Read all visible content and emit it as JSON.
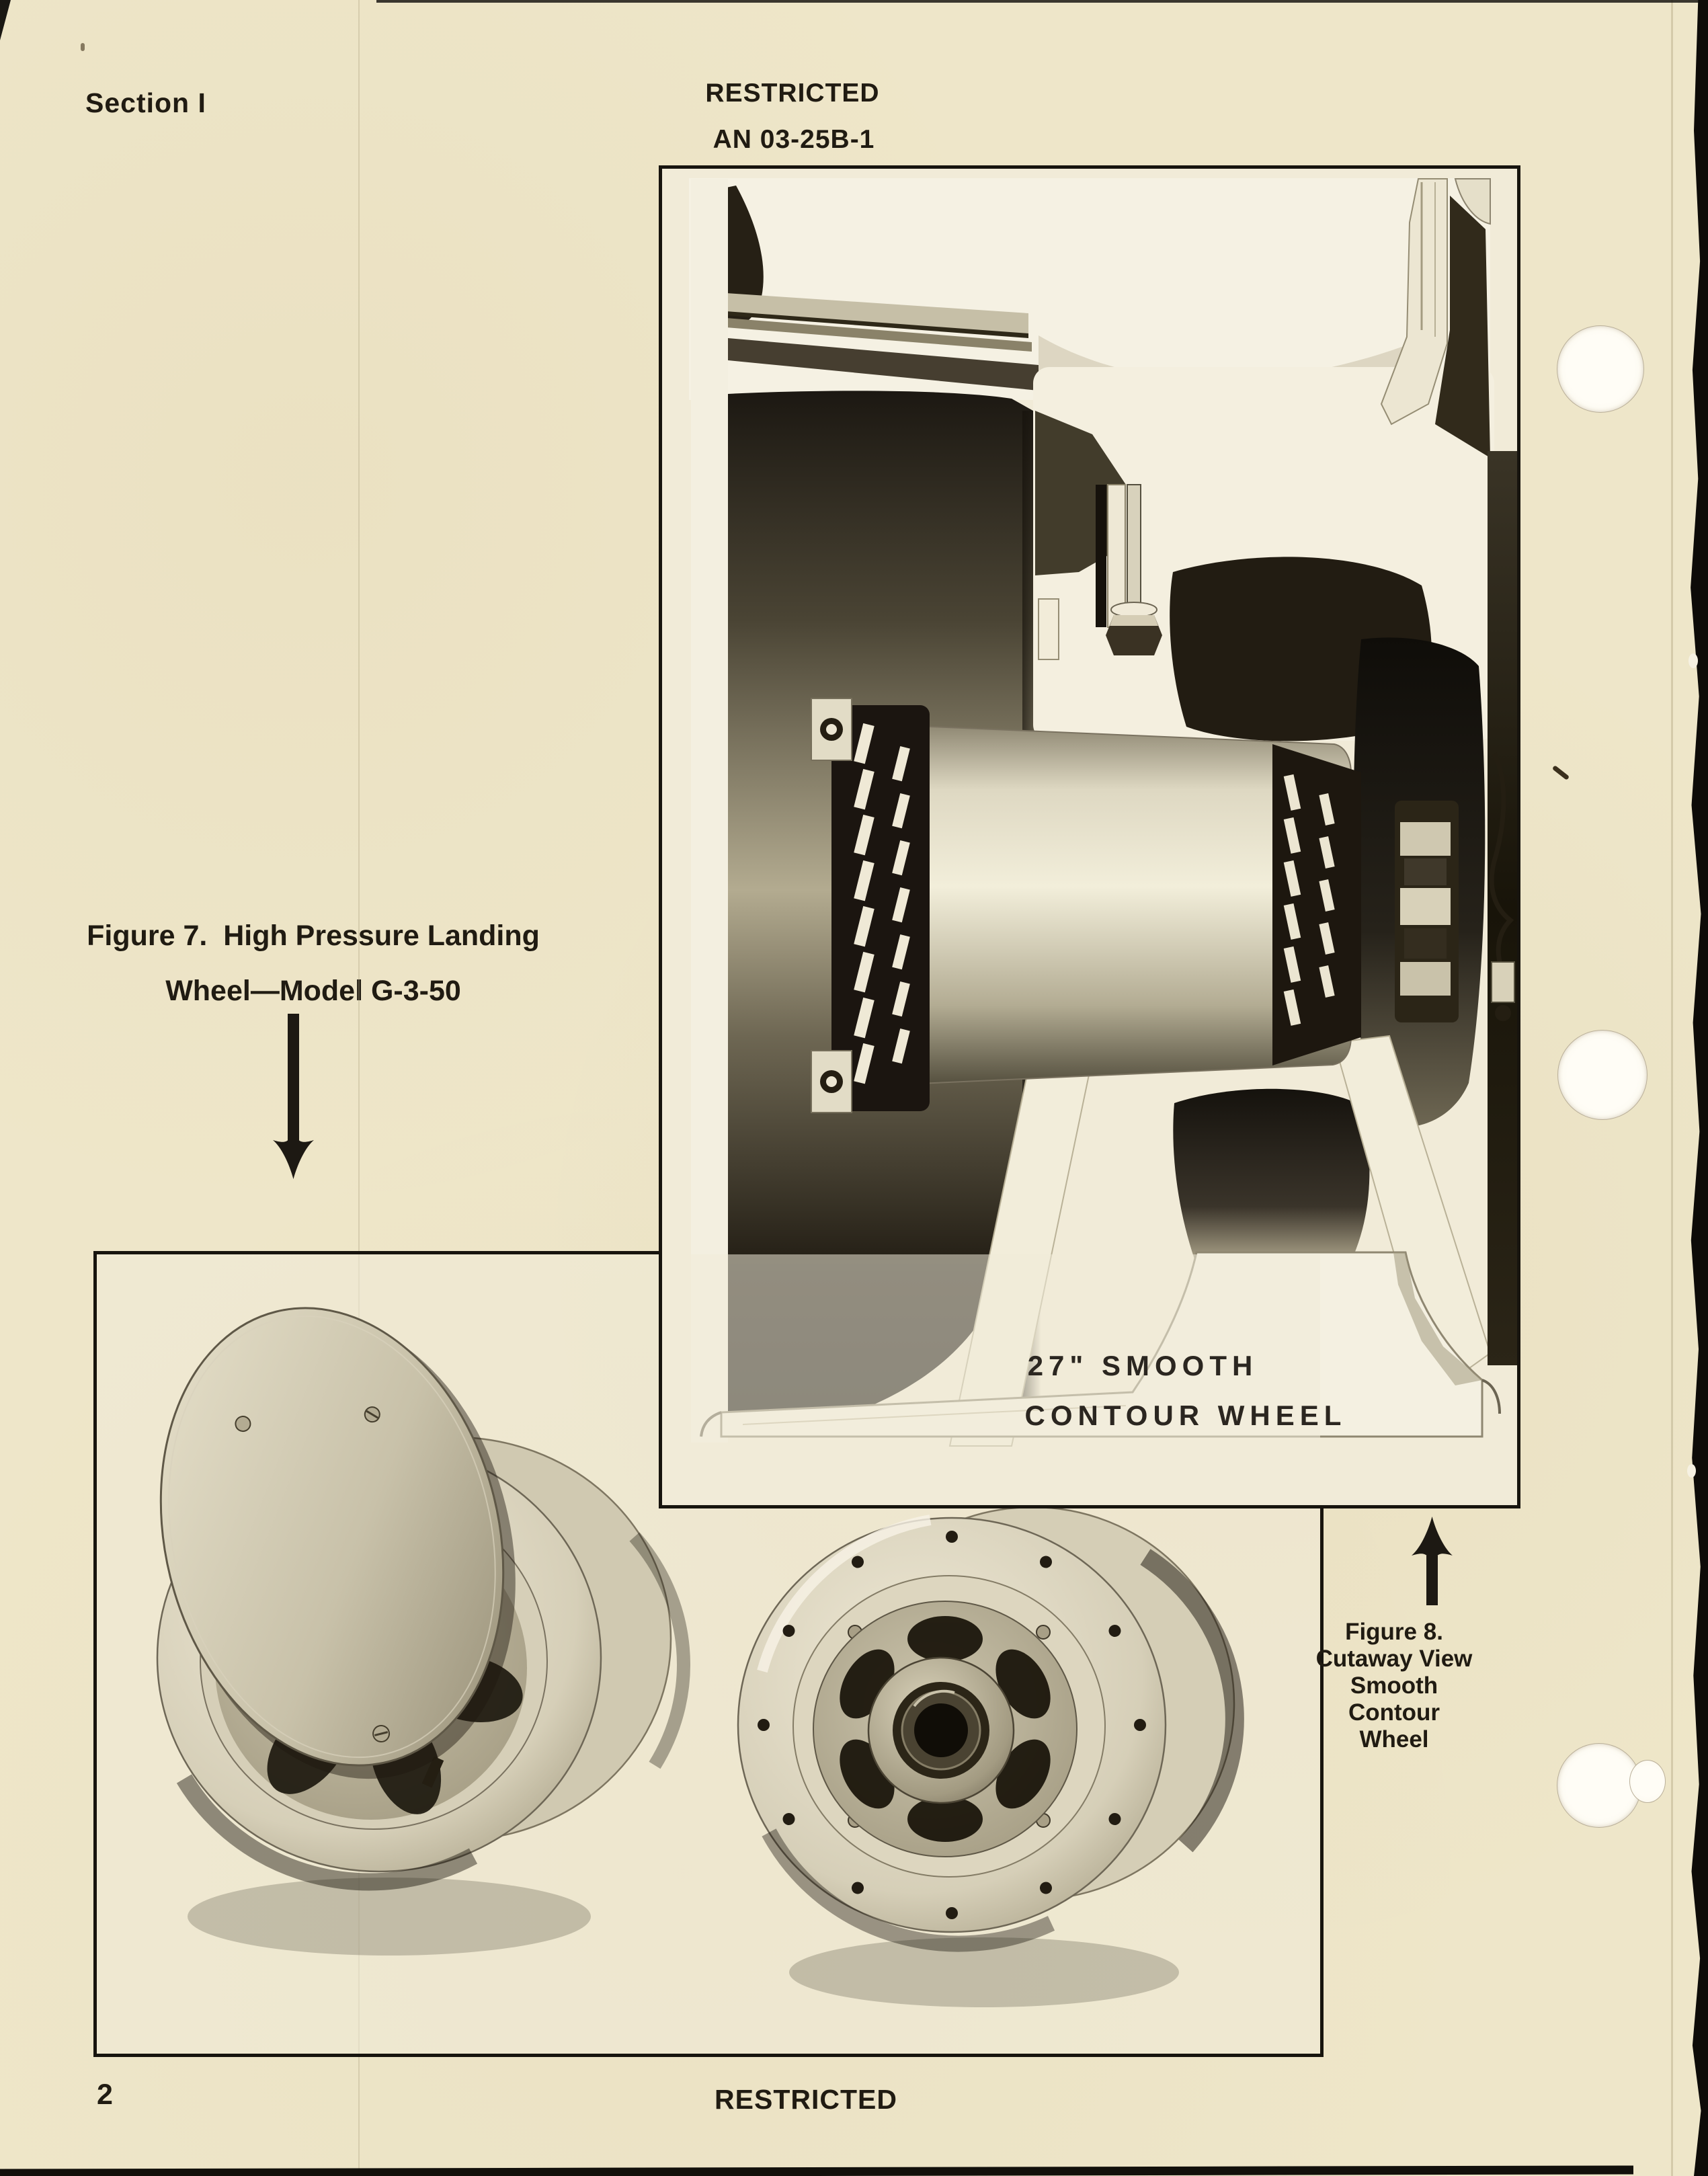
{
  "header": {
    "section": "Section I",
    "classification": "RESTRICTED",
    "document_number": "AN 03-25B-1"
  },
  "figures": {
    "figure7": {
      "caption_line1": "Figure 7.  High Pressure Landing",
      "caption_line2": "Wheel—Model G-3-50"
    },
    "figure8": {
      "photo_label_line1": "27\" SMOOTH",
      "photo_label_line2": "CONTOUR WHEEL",
      "caption_line1": "Figure 8.",
      "caption_line2": "Cutaway View",
      "caption_line3": "Smooth",
      "caption_line4": "Contour",
      "caption_line5": "Wheel"
    }
  },
  "footer": {
    "page_number": "2",
    "classification": "RESTRICTED"
  },
  "colors": {
    "paper": "#eee6c9",
    "ink": "#201b12",
    "photo_shadow": "#17130c"
  }
}
